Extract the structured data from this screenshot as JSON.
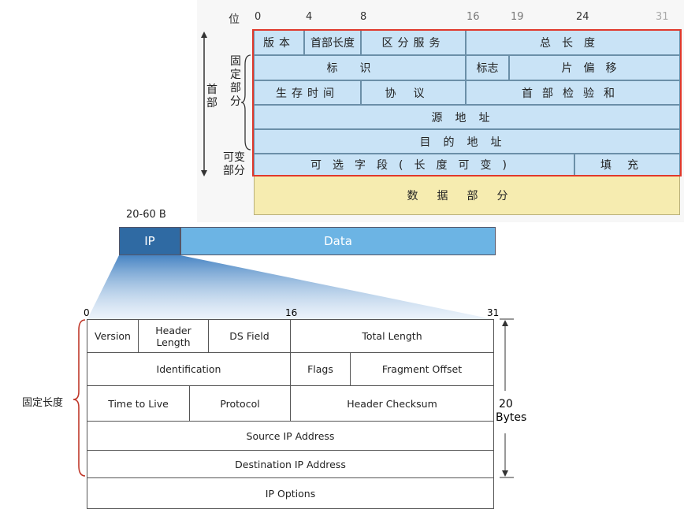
{
  "top_diagram": {
    "bit_label": "位",
    "bit_numbers": [
      "0",
      "4",
      "8",
      "16",
      "19",
      "24",
      "31"
    ],
    "side_labels": {
      "header": "首部",
      "fixed": "固定部分",
      "variable": "可变部分"
    },
    "cells": {
      "version": "版本",
      "header_length": "首部长度",
      "ds": "区分服务",
      "total_length": "总长度",
      "identification": "标识",
      "flags": "标志",
      "fragment_offset": "片偏移",
      "ttl": "生存时间",
      "protocol": "协议",
      "checksum": "首部检验和",
      "src": "源地址",
      "dst": "目的地址",
      "options": "可选字段(长度可变)",
      "padding": "填充",
      "data": "数据部分"
    },
    "colors": {
      "cell": "#c9e3f6",
      "data": "#f6ecb0",
      "frame": "#e0392c"
    }
  },
  "bar": {
    "size_label": "20-60 B",
    "ip_label": "IP",
    "data_label": "Data",
    "colors": {
      "ip": "#2f6aa3",
      "data": "#6cb4e4"
    }
  },
  "en_table": {
    "bit_numbers": [
      "0",
      "16",
      "31"
    ],
    "fixed_label": "固定长度",
    "bytes_number": "20",
    "bytes_unit": "Bytes",
    "cells": {
      "version": "Version",
      "header_length": "Header Length",
      "ds_field": "DS Field",
      "total_length": "Total Length",
      "identification": "Identification",
      "flags": "Flags",
      "fragment_offset": "Fragment Offset",
      "ttl": "Time to Live",
      "protocol": "Protocol",
      "checksum": "Header Checksum",
      "src": "Source IP Address",
      "dst": "Destination IP Address",
      "options": "IP Options"
    }
  }
}
